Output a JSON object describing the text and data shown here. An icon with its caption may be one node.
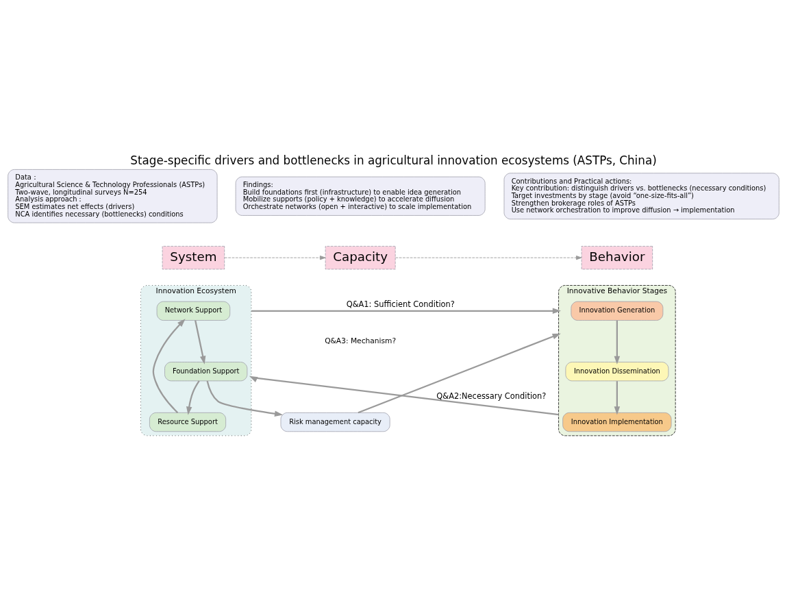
{
  "diagram": {
    "title": "Stage-specific drivers and bottlenecks in agricultural innovation ecosystems (ASTPs, China)",
    "nodes": [
      {
        "text": [
          "Data：",
          "Agricultural Science & Technology Professionals (ASTPs)",
          "Two-wave, longitudinal surveys N=254",
          "Analysis approach：",
          "SEM estimates net effects (drivers)",
          "NCA identifies necessary (bottlenecks) conditions"
        ]
      },
      {
        "text": [
          "Findings:",
          "Build foundations first (infrastructure) to enable idea generation",
          "Mobilize supports (policy + knowledge) to accelerate diffusion",
          "Orchestrate networks (open + interactive) to scale implementation"
        ]
      },
      {
        "text": [
          "Contributions and Practical actions:",
          "Key contribution: distinguish drivers vs. bottlenecks (necessary conditions)",
          "Target investments by stage (avoid “one-size-fits-all”)",
          "Strengthen brokerage roles of ASTPs",
          "Use network orchestration to improve diffusion → implementation"
        ]
      },
      {
        "text": [
          "System"
        ]
      },
      {
        "text": [
          "Capacity"
        ]
      },
      {
        "text": [
          "Behavior"
        ]
      },
      {
        "text": [
          "Innovation Ecosystem"
        ]
      },
      {
        "text": [
          "Network Support"
        ],
        "in": 6
      },
      {
        "text": [
          "Resource Support"
        ],
        "in": 6
      },
      {
        "text": [
          "Foundation Support"
        ],
        "in": 6
      },
      {
        "text": [
          "Risk management capacity"
        ]
      },
      {
        "text": [
          "Innovative Behavior Stages"
        ]
      },
      {
        "text": [
          "Innovation Generation"
        ],
        "in": 11
      },
      {
        "text": [
          "Innovation Dissemination"
        ],
        "in": 11
      },
      {
        "text": [
          "Innovation Implementation"
        ],
        "in": 11
      }
    ],
    "edges": [
      {
        "from": 3,
        "to": 4,
        "arrow": "to",
        "style": "dashed"
      },
      {
        "from": 4,
        "to": 5,
        "arrow": "to",
        "style": "dashed"
      },
      {
        "from": 8,
        "to": 7,
        "arrow": "to"
      },
      {
        "from": 7,
        "to": 9,
        "arrow": "to"
      },
      {
        "from": 9,
        "to": 8,
        "arrow": "to"
      },
      {
        "from": 6,
        "to": 11,
        "arrow": "to",
        "label": "Q&A1: Sufficient Condition?"
      },
      {
        "from": 9,
        "to": 10,
        "arrow": "to"
      },
      {
        "from": 10,
        "to": 11,
        "arrow": "to"
      },
      {
        "from": 11,
        "to": 6,
        "arrow": "to",
        "label": "Q&A2:Necessary Condition?"
      },
      {
        "from": 12,
        "to": 13,
        "arrow": "to"
      },
      {
        "from": 13,
        "to": 14,
        "arrow": "to"
      }
    ],
    "labels": [
      "Q&A3: Mechanism?"
    ]
  }
}
